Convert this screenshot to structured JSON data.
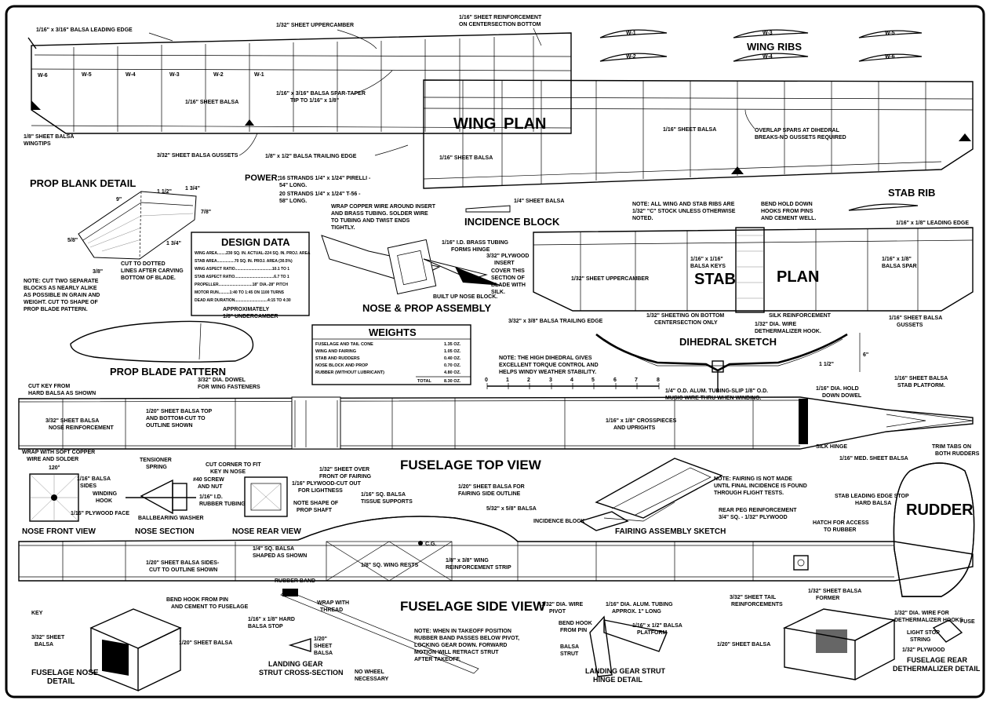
{
  "wing": {
    "labels": {
      "leading_edge": "1/16\" x 3/16\" BALSA LEADING EDGE",
      "sheet_uppercamber": "1/32\" SHEET UPPERCAMBER",
      "reinforcement": "1/16\" SHEET REINFORCEMENT",
      "reinforcement2": "ON CENTERSECTION BOTTOM",
      "ribs": [
        "W-6",
        "W-5",
        "W-4",
        "W-3",
        "W-2",
        "W-1"
      ],
      "sheet_balsa": "1/16\" SHEET BALSA",
      "spar": "1/16\" x 3/16\" BALSA SPAR-TAPER",
      "spar2": "TIP TO 1/16\" x 1/8\"",
      "wingtips": "1/8\" SHEET BALSA",
      "wingtips2": "WINGTIPS",
      "gussets": "3/32\" SHEET BALSA GUSSETS",
      "trailing_edge": "1/8\" x 1/2\" BALSA TRAILING EDGE",
      "sheet_balsa_right": "1/16\" SHEET BALSA",
      "sheet_balsa_bottom": "1/16\" SHEET BALSA",
      "overlap": "OVERLAP SPARS AT DIHEDRAL",
      "overlap2": "BREAKS-NO GUSSETS REQUIRED",
      "plan_word1": "WING",
      "plan_word2": "PLAN"
    }
  },
  "wing_ribs": {
    "title": "WING RIBS",
    "ribs": [
      "W-1",
      "W-2",
      "W-3",
      "W-4",
      "W-5",
      "W-6"
    ]
  },
  "prop_blank": {
    "title": "PROP BLANK DETAIL",
    "dims": [
      "9\"",
      "1 1/2\"",
      "1 3/4\"",
      "7/8\"",
      "1 3/4\"",
      "3/8\"",
      "5/8\""
    ],
    "cut_note": [
      "CUT TO DOTTED",
      "LINES AFTER CARVING",
      "BOTTOM OF BLADE."
    ],
    "note": [
      "NOTE: CUT TWO SEPARATE",
      "BLOCKS AS NEARLY ALIKE",
      "AS POSSIBLE IN GRAIN AND",
      "WEIGHT. CUT TO SHAPE OF",
      "PROP BLADE PATTERN."
    ]
  },
  "power": {
    "label": "POWER:",
    "line1": "16 STRANDS 1/4\" x 1/24\" PIRELLI -",
    "line2": "54\" LONG.",
    "line3": "20 STRANDS 1/4\" x 1/24\" T-56 -",
    "line4": "58\" LONG."
  },
  "design_data": {
    "title": "DESIGN DATA",
    "rows": [
      "WING AREA........230 SQ. IN. ACTUAL-224 SQ. IN. PROJ. AREA",
      "STAB AREA................70 SQ. IN. PROJ. AREA (30.5%)",
      "WING ASPECT RATIO..................................10.1 TO 1",
      "STAB ASPECT RATIO....................................6.7 TO 1",
      "PROPELLER...............................18\" DIA.-28\" PITCH",
      "MOTOR RUN..........1:40 TO 1:45 ON 1100 TURNS",
      "DEAD AIR DURATION..............................4:15 TO 4:30"
    ]
  },
  "nose_prop": {
    "title": "NOSE & PROP ASSEMBLY",
    "wrap": [
      "WRAP COPPER WIRE AROUND INSERT",
      "AND BRASS TUBING. SOLDER WIRE",
      "TO TUBING AND TWIST ENDS",
      "TIGHTLY."
    ],
    "tubing": [
      "1/16\" I.D. BRASS TUBING",
      "FORMS HINGE"
    ],
    "plywood": [
      "3/32\" PLYWOOD",
      "INSERT"
    ],
    "cover": [
      "COVER THIS",
      "SECTION OF",
      "BLADE WITH",
      "SILK."
    ],
    "built_up": "BUILT UP NOSE BLOCK."
  },
  "incidence_block": {
    "title": "INCIDENCE BLOCK",
    "label": "1/4\" SHEET BALSA"
  },
  "stab": {
    "rib_title": "STAB RIB",
    "note": [
      "NOTE: ALL WING AND STAB RIBS ARE",
      "1/32\" \"C\" STOCK UNLESS OTHERWISE",
      "NOTED."
    ],
    "bend": [
      "BEND HOLD DOWN",
      "HOOKS FROM PINS",
      "AND CEMENT WELL."
    ],
    "leading_edge": "1/16\" x 1/8\" LEADING EDGE",
    "uppercamber": "1/32\" SHEET UPPERCAMBER",
    "keys": [
      "1/16\" x 1/16\"",
      "BALSA KEYS"
    ],
    "spar": [
      "1/16\" x 1/8\"",
      "BALSA SPAR"
    ],
    "word1": "STAB",
    "word2": "PLAN",
    "trailing": "3/32\" x 3/8\" BALSA TRAILING EDGE",
    "sheeting": [
      "1/32\" SHEETING ON BOTTOM",
      "CENTERSECTION ONLY"
    ],
    "silk": "SILK REINFORCEMENT",
    "dethermalizer": [
      "1/32\" DIA. WIRE",
      "DETHERMALIZER HOOK."
    ],
    "gussets": [
      "1/16\" SHEET BALSA",
      "GUSSETS"
    ]
  },
  "prop_blade": {
    "title": "PROP BLADE PATTERN",
    "undercamber": [
      "APPROXIMATELY",
      "1/8\" UNDERCAMBER"
    ]
  },
  "weights": {
    "title": "WEIGHTS",
    "rows": [
      {
        "item": "FUSELAGE AND TAIL CONE",
        "value": "1.35 OZ."
      },
      {
        "item": "WING AND FAIRING",
        "value": "1.05 OZ."
      },
      {
        "item": "STAB AND RUDDERS",
        "value": "0.40 OZ."
      },
      {
        "item": "NOSE BLOCK AND PROP",
        "value": "0.70 OZ."
      },
      {
        "item": "RUBBER (WITHOUT LUBRICANT)",
        "value": "4.80 OZ."
      }
    ],
    "total_label": "TOTAL",
    "total_value": "8.30 OZ."
  },
  "dihedral": {
    "title": "DIHEDRAL SKETCH",
    "note": [
      "NOTE: THE HIGH DIHEDRAL GIVES",
      "EXCELLENT TORQUE CONTROL AND",
      "HELPS WINDY WEATHER STABILITY."
    ],
    "dims": [
      "6\"",
      "1 1/2\""
    ]
  },
  "scale": {
    "ticks": [
      "0",
      "1",
      "2",
      "3",
      "4",
      "5",
      "6",
      "7",
      "8"
    ]
  },
  "fuselage_top": {
    "title": "FUSELAGE TOP VIEW",
    "cut_key": [
      "CUT KEY FROM",
      "HARD BALSA AS SHOWN"
    ],
    "dowel": [
      "3/32\" DIA. DOWEL",
      "FOR WING FASTENERS"
    ],
    "nose_reinf": [
      "3/32\" SHEET BALSA",
      "NOSE REINFORCEMENT"
    ],
    "sheet_top": [
      "1/20\" SHEET BALSA TOP",
      "AND BOTTOM-CUT TO",
      "OUTLINE SHOWN"
    ],
    "sheet_over": [
      "1/32\" SHEET OVER",
      "FRONT OF FAIRING"
    ],
    "crosspieces": [
      "1/16\" x 1/8\" CROSSPIECES",
      "AND UPRIGHTS"
    ],
    "tubing": [
      "1/4\" O.D. ALUM. TUBING-SLIP 1/8\" O.D.",
      "MUSIC WIRE THRU WHEN WINDING."
    ],
    "hold_down": [
      "1/16\" DIA. HOLD",
      "DOWN DOWEL"
    ],
    "stab_platform": [
      "1/16\" SHEET BALSA",
      "STAB PLATFORM."
    ],
    "silk_hinge": "SILK HINGE"
  },
  "nose_front": {
    "title": "NOSE FRONT VIEW",
    "wrap": [
      "WRAP WITH SOFT COPPER",
      "WIRE AND SOLDER"
    ],
    "angle": "120°",
    "sides": [
      "1/16\" BALSA",
      "SIDES"
    ],
    "hook": [
      "WINDING",
      "HOOK"
    ],
    "face": "1/16\" PLYWOOD FACE"
  },
  "nose_section": {
    "title": "NOSE SECTION",
    "spring": [
      "TENSIONER",
      "SPRING"
    ],
    "screw": [
      "#40 SCREW",
      "AND NUT"
    ],
    "tubing": [
      "1/16\" I.D.",
      "RUBBER TUBING"
    ],
    "washer": "BALLBEARING WASHER"
  },
  "nose_rear": {
    "title": "NOSE REAR VIEW",
    "cut_corner": [
      "CUT CORNER TO FIT",
      "KEY IN NOSE"
    ],
    "plywood": [
      "1/16\" PLYWOOD-CUT OUT",
      "FOR LIGHTNESS"
    ],
    "shape": [
      "NOTE SHAPE OF",
      "PROP SHAFT"
    ]
  },
  "fuselage_side": {
    "title": "FUSELAGE SIDE VIEW",
    "tissue": [
      "1/16\" SQ. BALSA",
      "TISSUE SUPPORTS"
    ],
    "fairing_side": [
      "1/20\" SHEET BALSA FOR",
      "FAIRING SIDE OUTLINE"
    ],
    "five32": "5/32\" x 5/8\" BALSA",
    "sq_balsa": [
      "1/4\" SQ. BALSA",
      "SHAPED AS SHOWN"
    ],
    "cg": "C.G.",
    "wing_rests": "1/8\" SQ. WING RESTS",
    "reinf_strip": [
      "1/8\" x 3/8\" WING",
      "REINFORCEMENT STRIP"
    ],
    "sides": [
      "1/20\" SHEET BALSA SIDES-",
      "CUT TO OUTLINE SHOWN"
    ],
    "rubber_band": "RUBBER BAND",
    "bend_hook": [
      "BEND HOOK FROM PIN",
      "AND CEMENT TO FUSELAGE"
    ],
    "wrap_thread": [
      "WRAP WITH",
      "THREAD"
    ],
    "hard_stop": [
      "1/16\" x 1/8\" HARD",
      "BALSA STOP"
    ],
    "tail_reinf": [
      "3/32\" SHEET TAIL",
      "REINFORCEMENTS"
    ],
    "former": [
      "1/32\" SHEET BALSA",
      "FORMER"
    ],
    "peg": [
      "REAR PEG REINFORCEMENT",
      "3/4\" SQ. - 1/32\" PLYWOOD"
    ],
    "hatch": [
      "HATCH FOR ACCESS",
      "TO RUBBER"
    ],
    "stab_stop": [
      "STAB LEADING EDGE STOP",
      "HARD BALSA"
    ]
  },
  "fairing": {
    "title": "FAIRING ASSEMBLY SKETCH",
    "incidence": "INCIDENCE BLOCK",
    "note": [
      "NOTE: FAIRING IS NOT MADE",
      "UNTIL FINAL INCIDENCE IS FOUND",
      "THROUGH FLIGHT TESTS."
    ]
  },
  "rudder": {
    "word": "RUDDER",
    "sheet": "1/16\" MED. SHEET BALSA",
    "trim": [
      "TRIM TABS ON",
      "BOTH RUDDERS"
    ]
  },
  "fuselage_nose": {
    "title": [
      "FUSELAGE NOSE",
      "DETAIL"
    ],
    "key": "KEY",
    "sheet": [
      "3/32\" SHEET",
      "BALSA"
    ],
    "twenty": "1/20\" SHEET BALSA"
  },
  "landing_gear": {
    "cross_title": [
      "LANDING GEAR",
      "STRUT CROSS-SECTION"
    ],
    "sheet": [
      "1/20\"",
      "SHEET",
      "BALSA"
    ],
    "no_wheel": [
      "NO WHEEL",
      "NECESSARY"
    ],
    "note": [
      "NOTE: WHEN IN TAKEOFF POSITION",
      "RUBBER BAND PASSES BELOW PIVOT,",
      "LOCKING GEAR DOWN. FORWARD",
      "MOTION WILL RETRACT STRUT",
      "AFTER TAKEOFF."
    ],
    "pivot": [
      "1/32\" DIA. WIRE",
      "PIVOT"
    ],
    "alum": [
      "1/16\" DIA. ALUM. TUBING",
      "APPROX. 1\" LONG"
    ],
    "bend": [
      "BEND HOOK",
      "FROM PIN"
    ],
    "platform": [
      "1/16\" x 1/2\" BALSA",
      "PLATFORM"
    ],
    "strut": [
      "BALSA",
      "STRUT"
    ],
    "hinge_title": [
      "LANDING GEAR STRUT",
      "HINGE DETAIL"
    ]
  },
  "rear_dethermalizer": {
    "title": [
      "FUSELAGE REAR",
      "DETHERMALIZER DETAIL"
    ],
    "sheet": "1/20\" SHEET BALSA",
    "wire": [
      "1/32\" DIA. WIRE FOR",
      "DETHERMALIZER HOOKS"
    ],
    "fuse": "FUSE",
    "stop": [
      "LIGHT STOP",
      "STRING"
    ],
    "plywood": "1/32\" PLYWOOD"
  }
}
